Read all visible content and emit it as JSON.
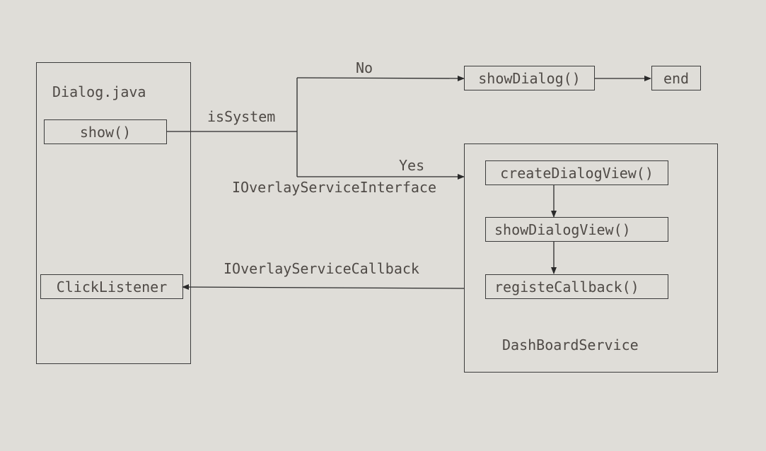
{
  "diagram": {
    "dialog_container": {
      "title": "Dialog.java"
    },
    "dashboard_container": {
      "title": "DashBoardService"
    },
    "nodes": {
      "show": "show()",
      "click_listener": "ClickListener",
      "show_dialog": "showDialog()",
      "end": "end",
      "create_dialog_view": "createDialogView()",
      "show_dialog_view": "showDialogView()",
      "registe_callback": "registeCallback()"
    },
    "edge_labels": {
      "is_system": "isSystem",
      "no": "No",
      "yes": "Yes",
      "overlay_interface": "IOverlayServiceInterface",
      "overlay_callback": "IOverlayServiceCallback"
    },
    "colors": {
      "background": "#dfddd8",
      "line": "#2a2a2a",
      "text": "#4f4a46"
    }
  }
}
